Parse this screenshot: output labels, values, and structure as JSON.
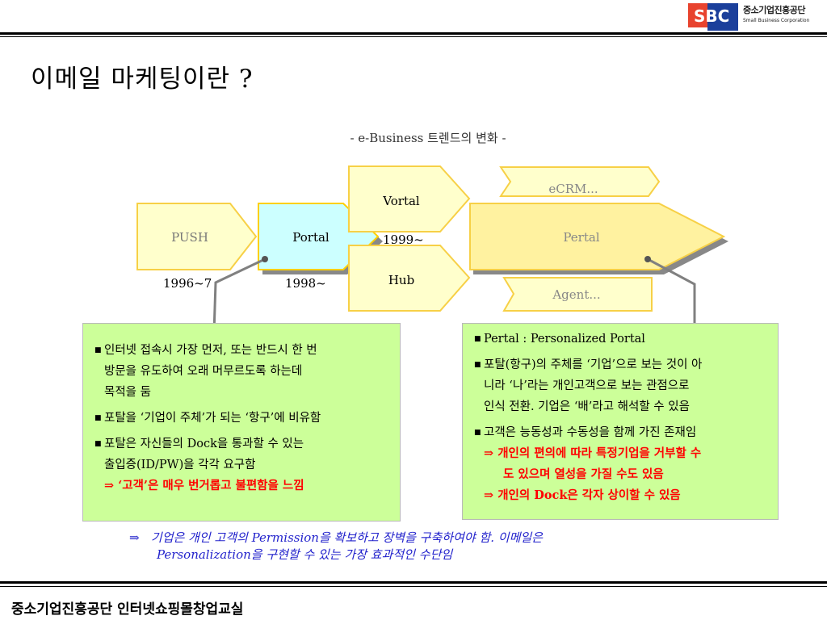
{
  "header": {
    "logo_mark": "SBC",
    "logo_kr": "중소기업진흥공단",
    "logo_en": "Small Business Corporation"
  },
  "title": "이메일 마케팅이란 ?",
  "subtitle": "- e-Business 트렌드의 변화 -",
  "diagram": {
    "push": "PUSH",
    "portal": "Portal",
    "vortal": "Vortal",
    "hub": "Hub",
    "ecrm": "eCRM...",
    "pertal": "Pertal",
    "agent": "Agent...",
    "year_push": "1996~7",
    "year_portal": "1998~",
    "year_vortal": "1999~"
  },
  "left_panel": {
    "items": [
      [
        "인터넷 접속시 가장 먼저, 또는 반드시 한 번",
        "방문을 유도하여 오래 머무르도록 하는데",
        "목적을 둠"
      ],
      [
        "포탈을 ‘기업이 주체’가 되는 ‘항구’에 비유함"
      ],
      [
        "포탈은 자신들의 Dock을 통과할 수 있는",
        "출입증(ID/PW)을 각각 요구함"
      ]
    ],
    "emphasis": "⇒ ‘고객’은 매우 번거롭고 불편함을 느낌"
  },
  "right_panel": {
    "items": [
      [
        "Pertal : Personalized Portal"
      ],
      [
        "포탈(항구)의 주체를 ‘기업’으로 보는 것이 아",
        "니라 ‘나’라는 개인고객으로 보는 관점으로",
        "인식 전환. 기업은 ‘배’라고 해석할 수 있음"
      ],
      [
        "고객은 능동성과 수동성을 함께 가진 존재임"
      ]
    ],
    "emphasis": [
      "⇒ 개인의 편의에 따라 특정기업을 거부할 수",
      "도 있으며 열성을 가질 수도 있음",
      "⇒ 개인의 Dock은 각자 상이할 수 있음"
    ]
  },
  "note": {
    "arrow": "⇒",
    "line1": "기업은 개인 고객의 Permission을 확보하고 장벽을 구축하여야 함. 이메일은",
    "line2": "Personalization을 구현할 수 있는 가장 효과적인 수단임"
  },
  "footer": "중소기업진흥공단 인터넷쇼핑몰창업교실",
  "colors": {
    "yellow_fill": "#ffffcc",
    "yellow_border": "#f7d046",
    "pertal_fill": "#fff2a0",
    "portal_fill": "#ccffff",
    "portal_border": "#ffd000",
    "panel_fill": "#ccff99",
    "emphasis": "#ff0000",
    "note": "#2222cc"
  }
}
